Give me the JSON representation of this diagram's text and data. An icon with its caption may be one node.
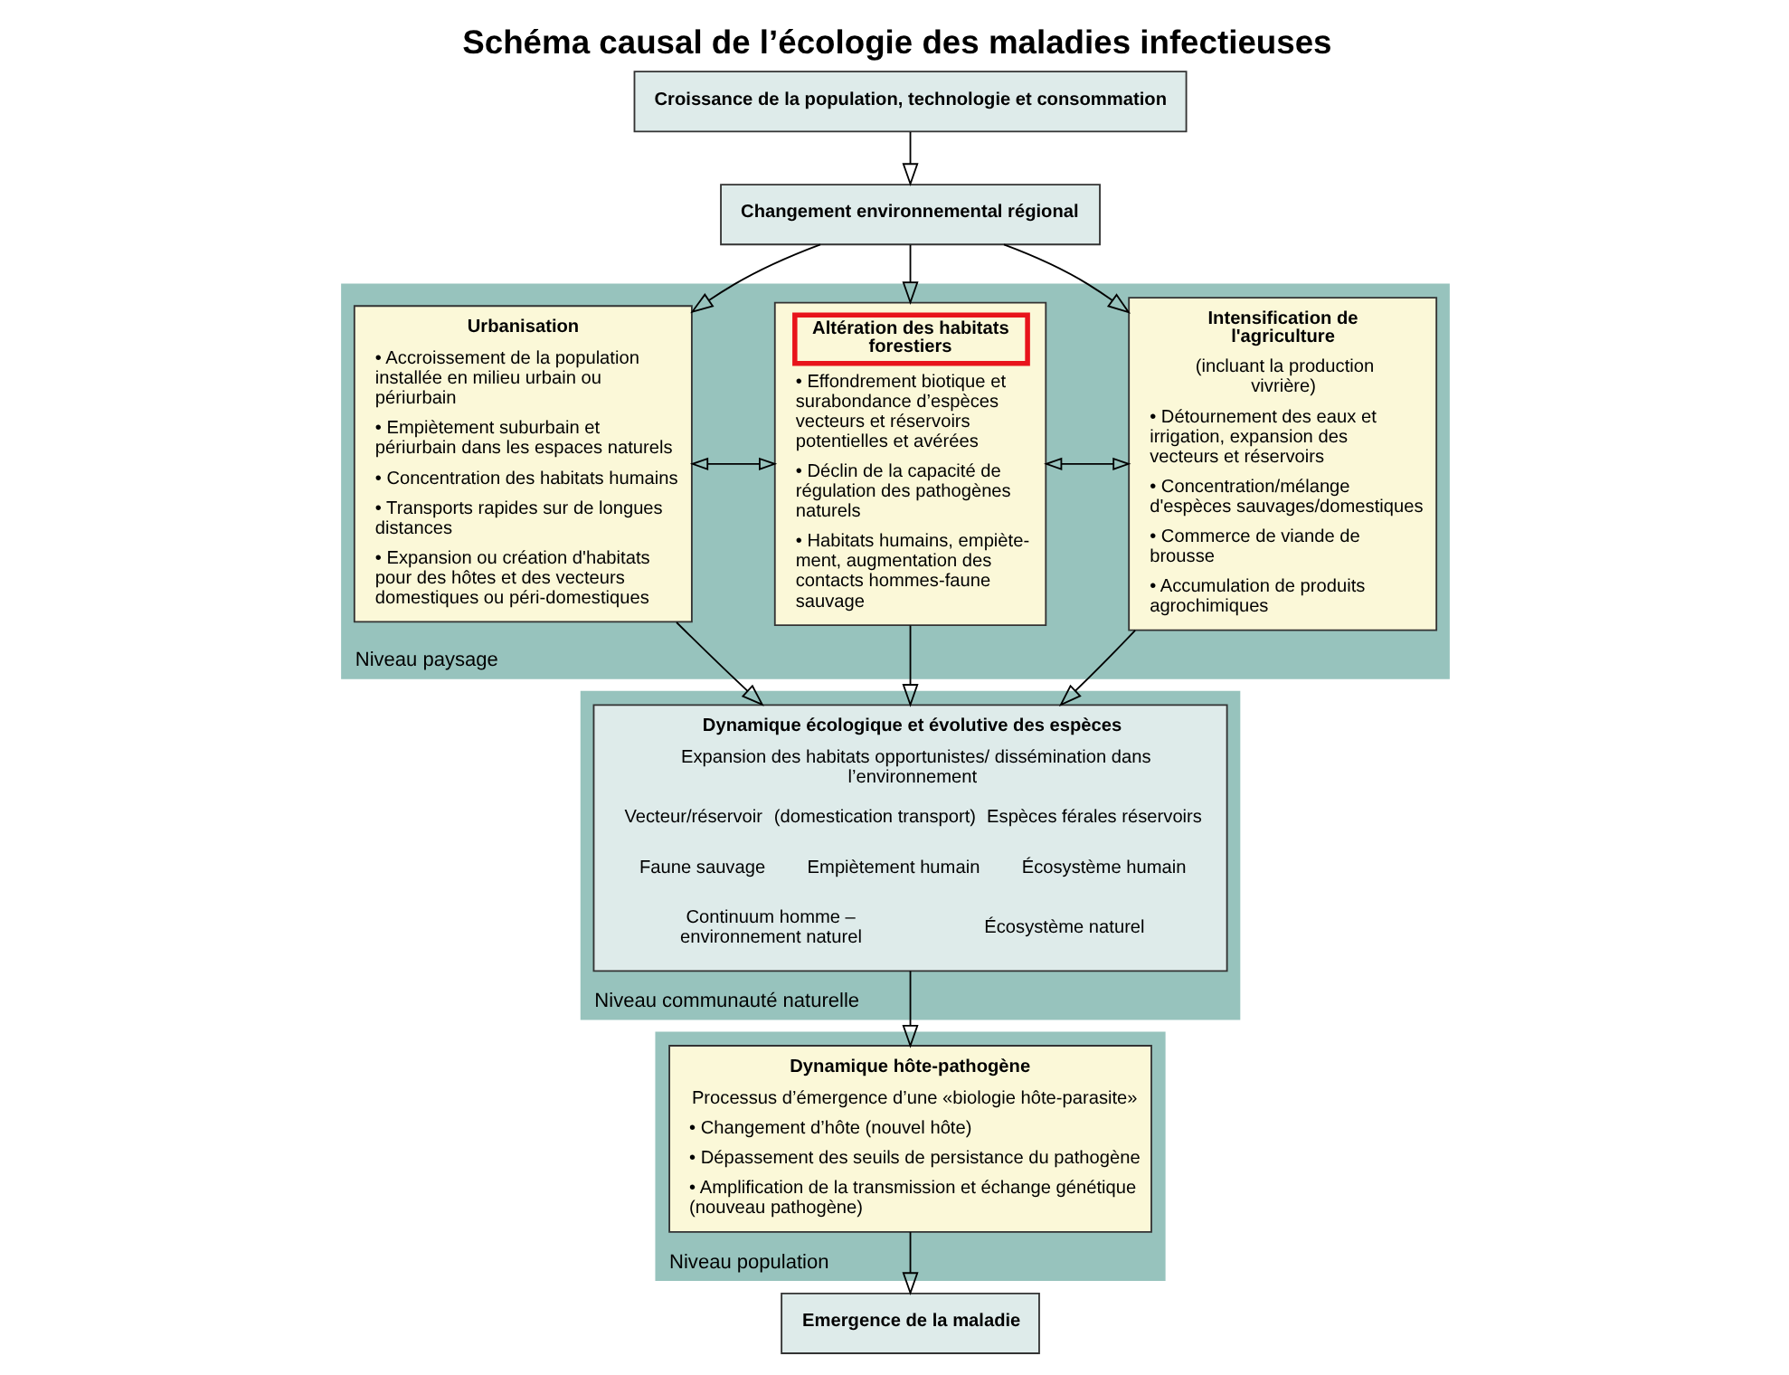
{
  "diagram": {
    "title": "Schéma causal de l’écologie des maladies infectieuses",
    "nodes": [
      {
        "text": [
          "Croissance de la population, technologie et consommation"
        ]
      },
      {
        "text": [
          "Changement environnemental régional"
        ]
      },
      {
        "text": [
          "Niveau paysage"
        ]
      },
      {
        "text": [
          "Urbanisation",
          "• Accroissement de la population installée en milieu urbain ou périurbain",
          "• Empiètement suburbain et périurbain dans les espaces naturels",
          "• Concentration des habitats humains",
          "• Transports rapides sur de longues distances",
          "• Expansion ou création d'habitats pour des hôtes et des vecteurs domestiques ou péri-domestiques"
        ],
        "in": 2
      },
      {
        "text": [
          "Altération des habitats forestiers",
          "• Effondrement biotique et surabondance d’espèces vecteurs et réservoirs potentielles et avérées",
          "• Déclin de la capacité de régulation des pathogènes naturels",
          "• Habitats humains, empiète-ment, augmentation des contacts hommes-faune sauvage"
        ],
        "in": 2
      },
      {
        "text": [
          "Intensification de l'agriculture",
          "(incluant la production vivrière)",
          "• Détournement des eaux et irrigation, expansion des vecteurs et réservoirs",
          "• Concentration/mélange d'espèces sauvages/domestiques",
          "• Commerce de viande de brousse",
          "• Accumulation de produits agrochimiques"
        ],
        "in": 2
      },
      {
        "text": [
          "Niveau communauté naturelle"
        ]
      },
      {
        "text": [
          "Dynamique écologique et évolutive des espèces",
          "Expansion des habitats opportunistes/ dissémination dans l’environnement",
          "Vecteur/réservoir",
          "(domestication transport)",
          "Espèces férales réservoirs",
          "Faune sauvage",
          "Empiètement humain",
          "Écosystème humain",
          "Continuum homme – environnement naturel",
          "Écosystème naturel"
        ],
        "in": 6
      },
      {
        "text": [
          "Niveau population"
        ]
      },
      {
        "text": [
          "Dynamique hôte-pathogène",
          "Processus d’émergence d’une «biologie hôte-parasite»",
          "• Changement d’hôte (nouvel hôte)",
          "• Dépassement des seuils de persistance du pathogène",
          "• Amplification de la transmission et échange génétique (nouveau pathogène)"
        ],
        "in": 8
      },
      {
        "text": [
          "Emergence de la maladie"
        ]
      }
    ],
    "edges": [
      {
        "from": 0,
        "to": 1,
        "arrow": "to"
      },
      {
        "from": 1,
        "to": 3,
        "arrow": "to"
      },
      {
        "from": 1,
        "to": 4,
        "arrow": "to"
      },
      {
        "from": 1,
        "to": 5,
        "arrow": "to"
      },
      {
        "from": 3,
        "to": 4,
        "arrow": "both"
      },
      {
        "from": 4,
        "to": 5,
        "arrow": "both"
      },
      {
        "from": 3,
        "to": 7,
        "arrow": "to"
      },
      {
        "from": 4,
        "to": 7,
        "arrow": "to"
      },
      {
        "from": 5,
        "to": 7,
        "arrow": "to"
      },
      {
        "from": 7,
        "to": 9,
        "arrow": "to"
      },
      {
        "from": 9,
        "to": 10,
        "arrow": "to"
      }
    ]
  }
}
